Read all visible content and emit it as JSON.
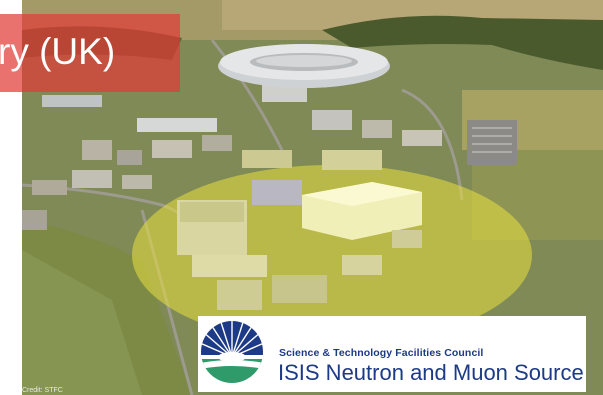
{
  "banner": {
    "text": "ry (UK)",
    "color": "#e03c38"
  },
  "photo": {
    "subject": "aerial-view-of-research-campus"
  },
  "logo": {
    "council": "Science & Technology Facilities Council",
    "name": "ISIS Neutron and Muon Source",
    "brand_color": "#1d3a86"
  },
  "credit": "Credit: STFC",
  "highlight_color": "#e8e040"
}
